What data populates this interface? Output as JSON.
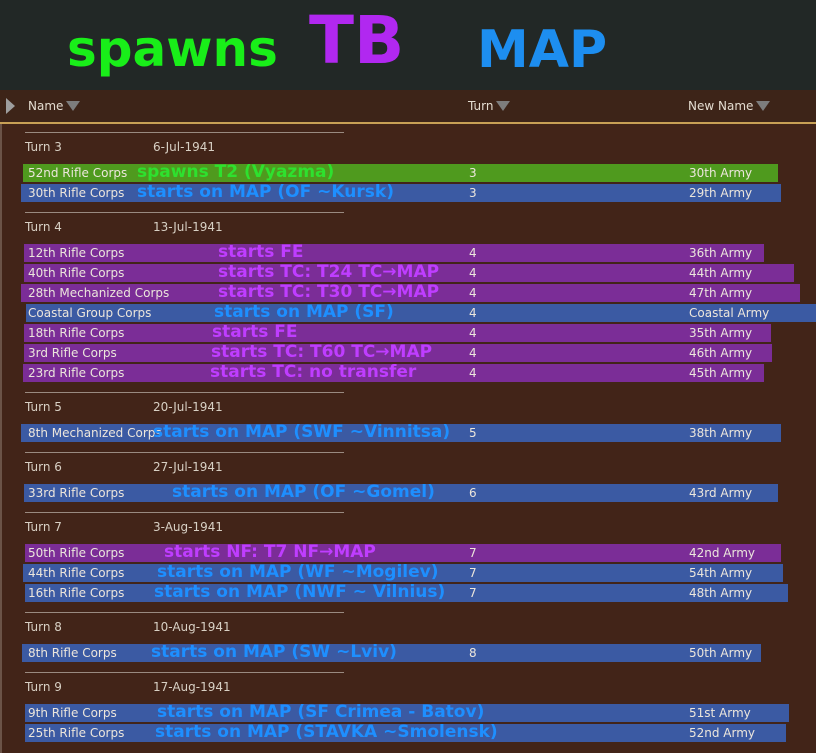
{
  "banner": {
    "word1": "spawns",
    "word2": "TB",
    "word3": "MAP",
    "colors": {
      "spawns": "#19ee19",
      "tb": "#b128f0",
      "map": "#1d8ef0"
    }
  },
  "header": {
    "name": "Name",
    "turn": "Turn",
    "new_name": "New Name"
  },
  "colors": {
    "green_bar": "#4f9a1e",
    "blue_bar": "#3b5aa3",
    "purple_bar": "#7b2d97",
    "note_green": "#2ee12e",
    "note_blue": "#1e8fff",
    "note_purple": "#bf3dff"
  },
  "turns": [
    {
      "label": "Turn 3",
      "date": "6-Jul-1941",
      "rows": [
        {
          "name": "52nd Rifle Corps",
          "turn": "3",
          "new_name": "30th Army",
          "note": "spawns T2 (Vyazma)",
          "kind": "green"
        },
        {
          "name": "30th Rifle Corps",
          "turn": "3",
          "new_name": "29th Army",
          "note": "starts on MAP (OF ~Kursk)",
          "kind": "blue"
        }
      ]
    },
    {
      "label": "Turn 4",
      "date": "13-Jul-1941",
      "rows": [
        {
          "name": "12th Rifle Corps",
          "turn": "4",
          "new_name": "36th Army",
          "note": "starts FE",
          "kind": "purple"
        },
        {
          "name": "40th Rifle Corps",
          "turn": "4",
          "new_name": "44th Army",
          "note": "starts TC: T24 TC→MAP",
          "kind": "purple"
        },
        {
          "name": "28th Mechanized Corps",
          "turn": "4",
          "new_name": "47th Army",
          "note": "starts TC: T30 TC→MAP",
          "kind": "purple"
        },
        {
          "name": "Coastal Group Corps",
          "turn": "4",
          "new_name": "Coastal Army",
          "note": "starts on MAP (SF)",
          "kind": "blue"
        },
        {
          "name": "18th Rifle Corps",
          "turn": "4",
          "new_name": "35th Army",
          "note": "starts FE",
          "kind": "purple"
        },
        {
          "name": "3rd Rifle Corps",
          "turn": "4",
          "new_name": "46th Army",
          "note": "starts TC: T60 TC→MAP",
          "kind": "purple"
        },
        {
          "name": "23rd Rifle Corps",
          "turn": "4",
          "new_name": "45th Army",
          "note": "starts TC: no transfer",
          "kind": "purple"
        }
      ]
    },
    {
      "label": "Turn 5",
      "date": "20-Jul-1941",
      "rows": [
        {
          "name": "8th Mechanized Corps",
          "turn": "5",
          "new_name": "38th Army",
          "note": "starts on MAP (SWF ~Vinnitsa)",
          "kind": "blue"
        }
      ]
    },
    {
      "label": "Turn 6",
      "date": "27-Jul-1941",
      "rows": [
        {
          "name": "33rd Rifle Corps",
          "turn": "6",
          "new_name": "43rd Army",
          "note": "starts on MAP (OF ~Gomel)",
          "kind": "blue"
        }
      ]
    },
    {
      "label": "Turn 7",
      "date": "3-Aug-1941",
      "rows": [
        {
          "name": "50th Rifle Corps",
          "turn": "7",
          "new_name": "42nd Army",
          "note": "starts NF: T7 NF→MAP",
          "kind": "purple"
        },
        {
          "name": "44th Rifle Corps",
          "turn": "7",
          "new_name": "54th Army",
          "note": "starts on MAP (WF ~Mogilev)",
          "kind": "blue"
        },
        {
          "name": "16th Rifle Corps",
          "turn": "7",
          "new_name": "48th Army",
          "note": "starts on MAP (NWF ~ Vilnius)",
          "kind": "blue"
        }
      ]
    },
    {
      "label": "Turn 8",
      "date": "10-Aug-1941",
      "rows": [
        {
          "name": "8th Rifle Corps",
          "turn": "8",
          "new_name": "50th Army",
          "note": "starts on MAP (SW ~Lviv)",
          "kind": "blue"
        }
      ]
    },
    {
      "label": "Turn 9",
      "date": "17-Aug-1941",
      "rows": [
        {
          "name": "9th Rifle Corps",
          "turn": "",
          "new_name": "51st Army",
          "note": "starts on MAP (SF Crimea - Batov)",
          "kind": "blue"
        },
        {
          "name": "25th Rifle Corps",
          "turn": "",
          "new_name": "52nd Army",
          "note": "starts on MAP (STAVKA ~Smolensk)",
          "kind": "blue"
        }
      ]
    }
  ]
}
